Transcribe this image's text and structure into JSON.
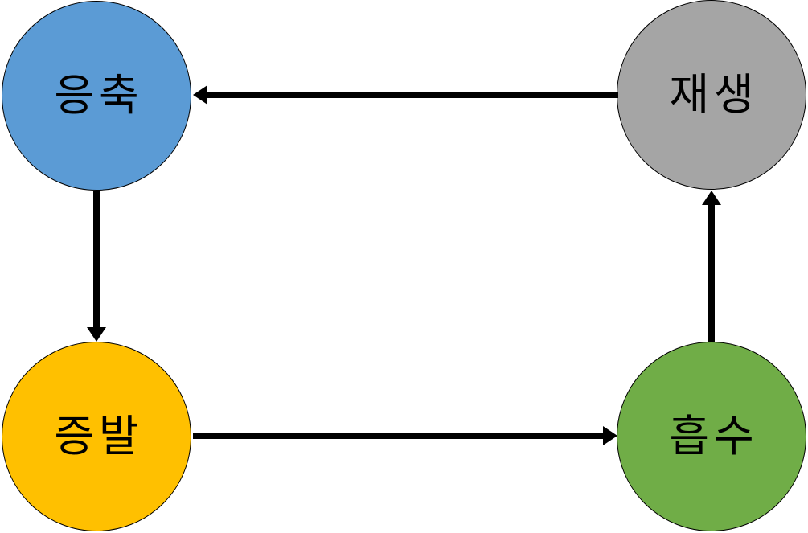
{
  "diagram": {
    "title": "absorption-refrigeration-cycle",
    "background_color": "#ffffff",
    "arrow_color": "#000000",
    "node_border_color": "#000000",
    "text_color": "#000000",
    "nodes": [
      {
        "id": "condensation",
        "label": "응축",
        "fill": "#5B9BD5",
        "position": "top-left"
      },
      {
        "id": "regeneration",
        "label": "재생",
        "fill": "#A5A5A5",
        "position": "top-right"
      },
      {
        "id": "evaporation",
        "label": "증발",
        "fill": "#FFC000",
        "position": "bottom-left"
      },
      {
        "id": "absorption",
        "label": "흡수",
        "fill": "#70AD47",
        "position": "bottom-right"
      }
    ],
    "edges": [
      {
        "from": "재생",
        "to": "응축",
        "direction": "left"
      },
      {
        "from": "응축",
        "to": "증발",
        "direction": "down"
      },
      {
        "from": "증발",
        "to": "흡수",
        "direction": "right"
      },
      {
        "from": "흡수",
        "to": "재생",
        "direction": "up"
      }
    ]
  }
}
